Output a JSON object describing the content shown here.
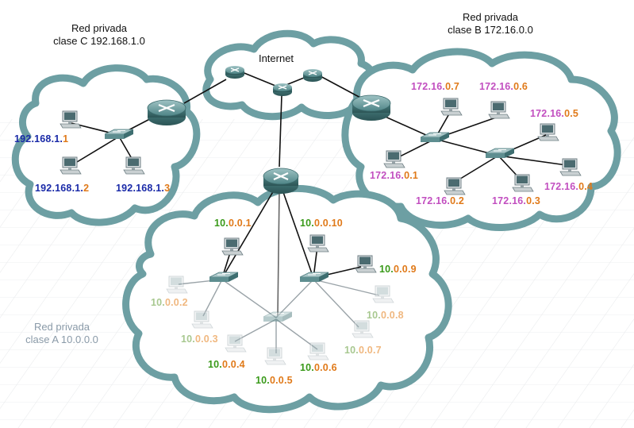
{
  "captions": {
    "private_c": {
      "line1": "Red privada",
      "line2": "clase C 192.168.1.0"
    },
    "private_b": {
      "line1": "Red privada",
      "line2": "clase B 172.16.0.0"
    },
    "private_a": {
      "line1": "Red privada",
      "line2": "clase A 10.0.0.0"
    },
    "internet": "Internet"
  },
  "colors": {
    "class_c_main": "#1a2aa8",
    "class_c_host": "#e07a1a",
    "class_b_main": "#c24fc0",
    "class_b_host": "#e07a1a",
    "class_a_net": "#3a9a1a",
    "class_a_host": "#e07a1a",
    "faded_net": "#a8c890",
    "faded_host": "#f0b880"
  },
  "class_c_labels": [
    {
      "net": "192.168.1.",
      "host": "1"
    },
    {
      "net": "192.168.1.",
      "host": "2"
    },
    {
      "net": "192.168.1.",
      "host": "3"
    }
  ],
  "class_b_labels": [
    {
      "net": "172.16.",
      "host": "0.7"
    },
    {
      "net": "172.16.",
      "host": "0.6"
    },
    {
      "net": "172.16.",
      "host": "0.5"
    },
    {
      "net": "172.16.",
      "host": "0.1"
    },
    {
      "net": "172.16.",
      "host": "0.4"
    },
    {
      "net": "172.16.",
      "host": "0.2"
    },
    {
      "net": "172.16.",
      "host": "0.3"
    }
  ],
  "class_a_labels": [
    {
      "net": "10.",
      "host": "0.0.1"
    },
    {
      "net": "10.",
      "host": "0.0.10"
    },
    {
      "net": "10.",
      "host": "0.0.9"
    },
    {
      "net": "10.",
      "host": "0.0.2"
    },
    {
      "net": "10.",
      "host": "0.0.8"
    },
    {
      "net": "10.",
      "host": "0.0.3"
    },
    {
      "net": "10.",
      "host": "0.0.7"
    },
    {
      "net": "10.",
      "host": "0.0.4"
    },
    {
      "net": "10.",
      "host": "0.0.6"
    },
    {
      "net": "10.",
      "host": "0.0.5"
    }
  ],
  "icons": {
    "router": "router-icon",
    "switch": "switch-icon",
    "pc": "pc-icon",
    "cloud": "cloud-icon"
  }
}
